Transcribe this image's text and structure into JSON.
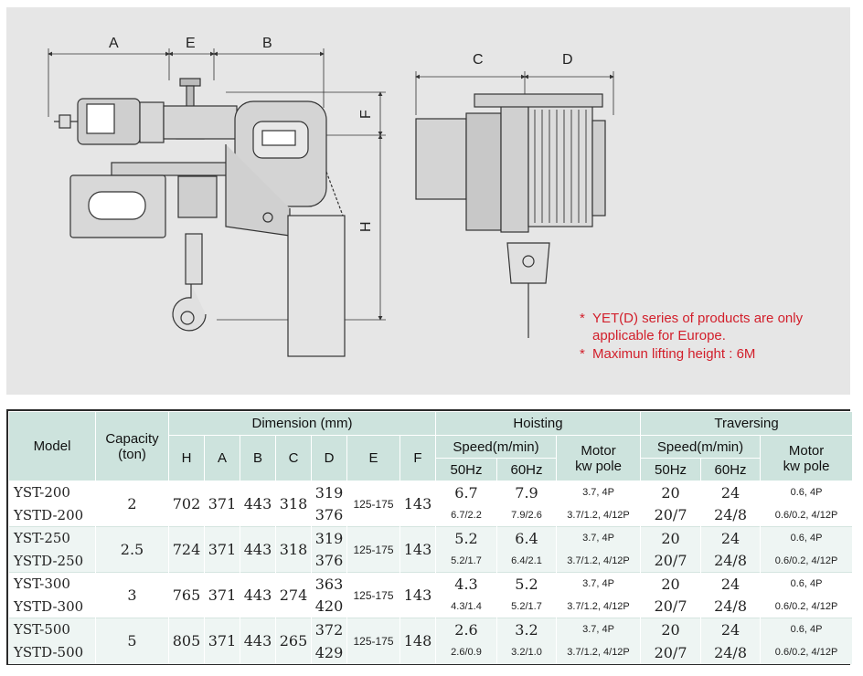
{
  "diagram": {
    "dim_labels": {
      "A": "A",
      "E": "E",
      "B": "B",
      "C": "C",
      "D": "D",
      "F": "F",
      "H": "H"
    },
    "notes": [
      {
        "star": "*",
        "text": "YET(D) series of products are only"
      },
      {
        "star": "",
        "text": "applicable for Europe."
      },
      {
        "star": "*",
        "text": "Maximun lifting height : 6M"
      }
    ],
    "colors": {
      "bg": "#e6e6e6",
      "line": "#333333",
      "note": "#d21f2b"
    }
  },
  "table": {
    "headers": {
      "model": "Model",
      "capacity_line1": "Capacity",
      "capacity_line2": "(ton)",
      "dimension": "Dimension (mm)",
      "hoisting": "Hoisting",
      "traversing": "Traversing",
      "speed": "Speed(m/min)",
      "motor_line1": "Motor",
      "motor_line2": "kw pole",
      "hz50": "50Hz",
      "hz60": "60Hz",
      "dims": [
        "H",
        "A",
        "B",
        "C",
        "D",
        "E",
        "F"
      ]
    },
    "groups": [
      {
        "capacity": "2",
        "H": "702",
        "A": "371",
        "B": "443",
        "C": "318",
        "E": "125-175",
        "F": "143",
        "rows": [
          {
            "model": "YST-200",
            "D": "319",
            "h50": "6.7",
            "h60": "7.9",
            "hmotor": "3.7, 4P",
            "t50": "20",
            "t60": "24",
            "tmotor": "0.6, 4P"
          },
          {
            "model": "YSTD-200",
            "D": "376",
            "h50": "6.7/2.2",
            "h60": "7.9/2.6",
            "hmotor": "3.7/1.2, 4/12P",
            "t50": "20/7",
            "t60": "24/8",
            "tmotor": "0.6/0.2, 4/12P"
          }
        ]
      },
      {
        "capacity": "2.5",
        "H": "724",
        "A": "371",
        "B": "443",
        "C": "318",
        "E": "125-175",
        "F": "143",
        "rows": [
          {
            "model": "YST-250",
            "D": "319",
            "h50": "5.2",
            "h60": "6.4",
            "hmotor": "3.7, 4P",
            "t50": "20",
            "t60": "24",
            "tmotor": "0.6, 4P"
          },
          {
            "model": "YSTD-250",
            "D": "376",
            "h50": "5.2/1.7",
            "h60": "6.4/2.1",
            "hmotor": "3.7/1.2, 4/12P",
            "t50": "20/7",
            "t60": "24/8",
            "tmotor": "0.6/0.2, 4/12P"
          }
        ]
      },
      {
        "capacity": "3",
        "H": "765",
        "A": "371",
        "B": "443",
        "C": "274",
        "E": "125-175",
        "F": "143",
        "rows": [
          {
            "model": "YST-300",
            "D": "363",
            "h50": "4.3",
            "h60": "5.2",
            "hmotor": "3.7, 4P",
            "t50": "20",
            "t60": "24",
            "tmotor": "0.6, 4P"
          },
          {
            "model": "YSTD-300",
            "D": "420",
            "h50": "4.3/1.4",
            "h60": "5.2/1.7",
            "hmotor": "3.7/1.2, 4/12P",
            "t50": "20/7",
            "t60": "24/8",
            "tmotor": "0.6/0.2, 4/12P"
          }
        ]
      },
      {
        "capacity": "5",
        "H": "805",
        "A": "371",
        "B": "443",
        "C": "265",
        "E": "125-175",
        "F": "148",
        "rows": [
          {
            "model": "YST-500",
            "D": "372",
            "h50": "2.6",
            "h60": "3.2",
            "hmotor": "3.7, 4P",
            "t50": "20",
            "t60": "24",
            "tmotor": "0.6, 4P"
          },
          {
            "model": "YSTD-500",
            "D": "429",
            "h50": "2.6/0.9",
            "h60": "3.2/1.0",
            "hmotor": "3.7/1.2, 4/12P",
            "t50": "20/7",
            "t60": "24/8",
            "tmotor": "0.6/0.2, 4/12P"
          }
        ]
      }
    ]
  }
}
